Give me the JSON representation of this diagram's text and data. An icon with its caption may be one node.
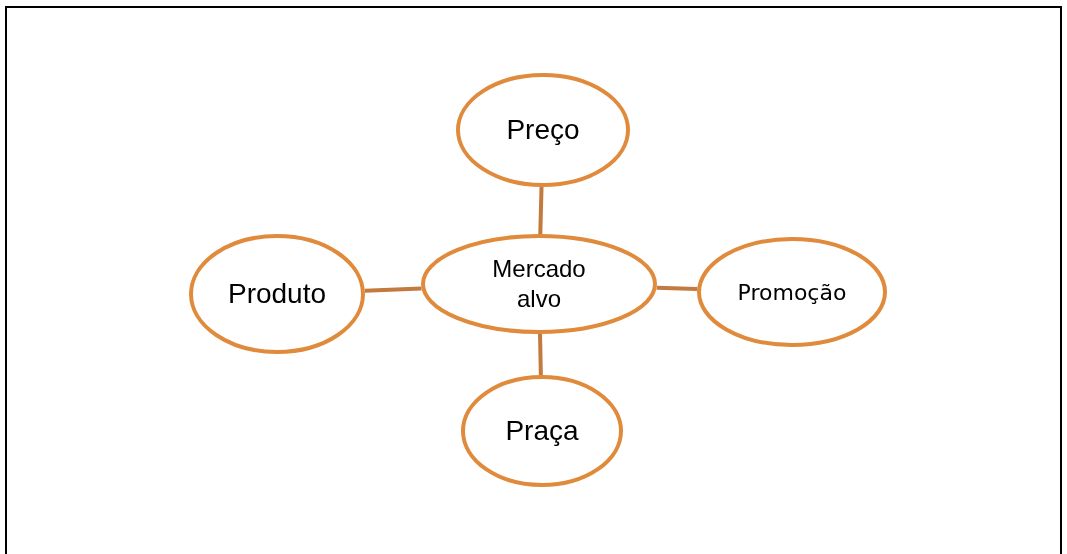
{
  "diagram": {
    "nodes": [
      {
        "text": [
          "Preço"
        ]
      },
      {
        "text": [
          "Produto"
        ]
      },
      {
        "text": [
          "Mercado alvo"
        ]
      },
      {
        "text": [
          "Promoção"
        ]
      },
      {
        "text": [
          "Praça"
        ]
      }
    ],
    "edges": [
      {
        "from": 2,
        "to": 0,
        "arrow": "none"
      },
      {
        "from": 2,
        "to": 1,
        "arrow": "none"
      },
      {
        "from": 2,
        "to": 3,
        "arrow": "none"
      },
      {
        "from": 2,
        "to": 4,
        "arrow": "none"
      }
    ]
  }
}
